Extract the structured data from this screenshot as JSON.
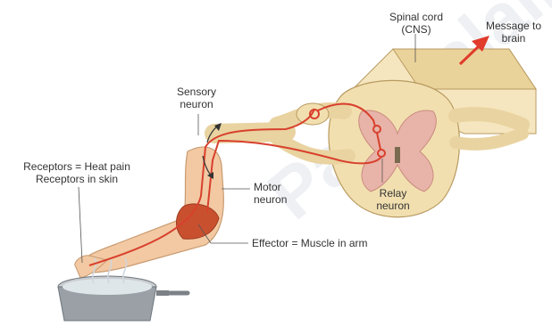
{
  "labels": {
    "spinal_cord_line1": "Spinal cord",
    "spinal_cord_line2": "(CNS)",
    "message_line1": "Message to",
    "message_line2": "brain",
    "sensory_line1": "Sensory",
    "sensory_line2": "neuron",
    "receptors_line1": "Receptors = Heat pain",
    "receptors_line2": "Receptors in skin",
    "motor_line1": "Motor",
    "motor_line2": "neuron",
    "relay_line1": "Relay",
    "relay_line2": "neuron",
    "effector": "Effector = Muscle in arm"
  },
  "colors": {
    "neuron": "#d8402d",
    "spinal_cord": "#f2dfb0",
    "spinal_cord_edge": "#b89a60",
    "grey_matter": "#e8b3a8",
    "arm": "#f2c9a3",
    "muscle": "#c9502f",
    "pan": "#9aa0a6",
    "arrow": "#e03b2b"
  },
  "watermark": "www.Padasalai.Net"
}
